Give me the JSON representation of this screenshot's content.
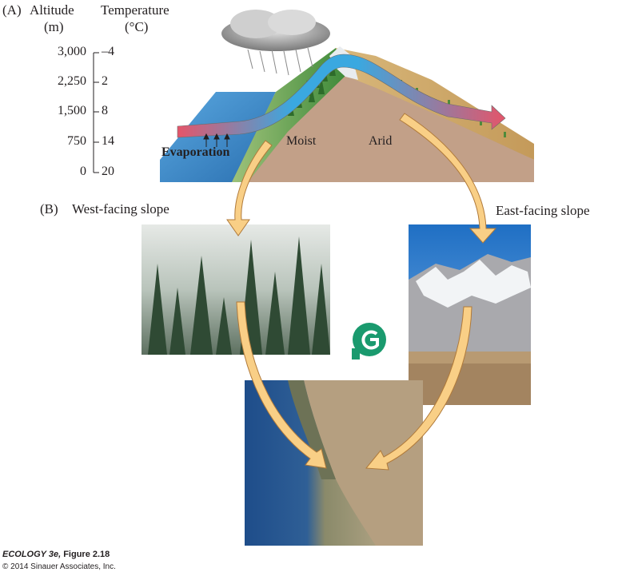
{
  "panel_a": {
    "label": "(A)",
    "altitude_title_line1": "Altitude",
    "altitude_title_line2": "(m)",
    "temperature_title_line1": "Temperature",
    "temperature_title_line2": "(°C)",
    "altitude_ticks": [
      "3,000",
      "2,250",
      "1,500",
      "750",
      "0"
    ],
    "temperature_ticks": [
      "–4",
      "2",
      "8",
      "14",
      "20"
    ],
    "evaporation_label": "Evaporation",
    "moist_label": "Moist",
    "arid_label": "Arid"
  },
  "panel_b": {
    "label": "(B)",
    "west_label": "West-facing slope",
    "east_label": "East-facing slope"
  },
  "footer": {
    "line1_title": "ECOLOGY 3e,",
    "line1_rest": " Figure 2.18",
    "line2": "© 2014 Sinauer Associates, Inc."
  },
  "colors": {
    "arrow_fill": "#f9cf86",
    "arrow_stroke": "#b07a3a",
    "ocean": "#3e8fcf",
    "moist_arrow": "#e2606a",
    "dry_arrow": "#3aa0dc",
    "logo": "#1a9a6e"
  }
}
